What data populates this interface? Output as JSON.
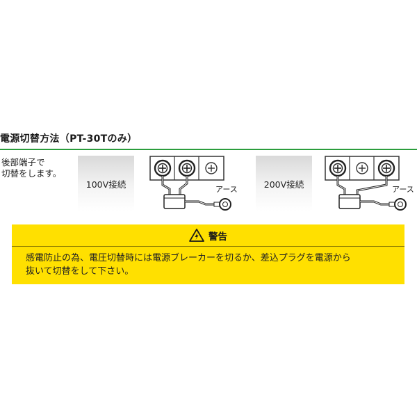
{
  "section": {
    "title": "電源切替方法（PT-30Tのみ）",
    "note_line1": "後部端子で",
    "note_line2": "切替をします。"
  },
  "modes": [
    {
      "label": "100V接続",
      "earth_label": "アース"
    },
    {
      "label": "200V接続",
      "earth_label": "アース"
    }
  ],
  "warning": {
    "title": "警告",
    "body_line1": "感電防止の為、電圧切替時には電源ブレーカーを切るか、差込プラグを電源から",
    "body_line2": "抜いて切替をして下さい。"
  },
  "colors": {
    "accent_rule": "#2a9d3c",
    "warning_bg": "#ffe000",
    "mode_box": "#d9d9d9"
  },
  "icons": [
    "warning-icon",
    "terminal-screw-icon",
    "plus-terminal-icon",
    "earth-ring-icon"
  ]
}
